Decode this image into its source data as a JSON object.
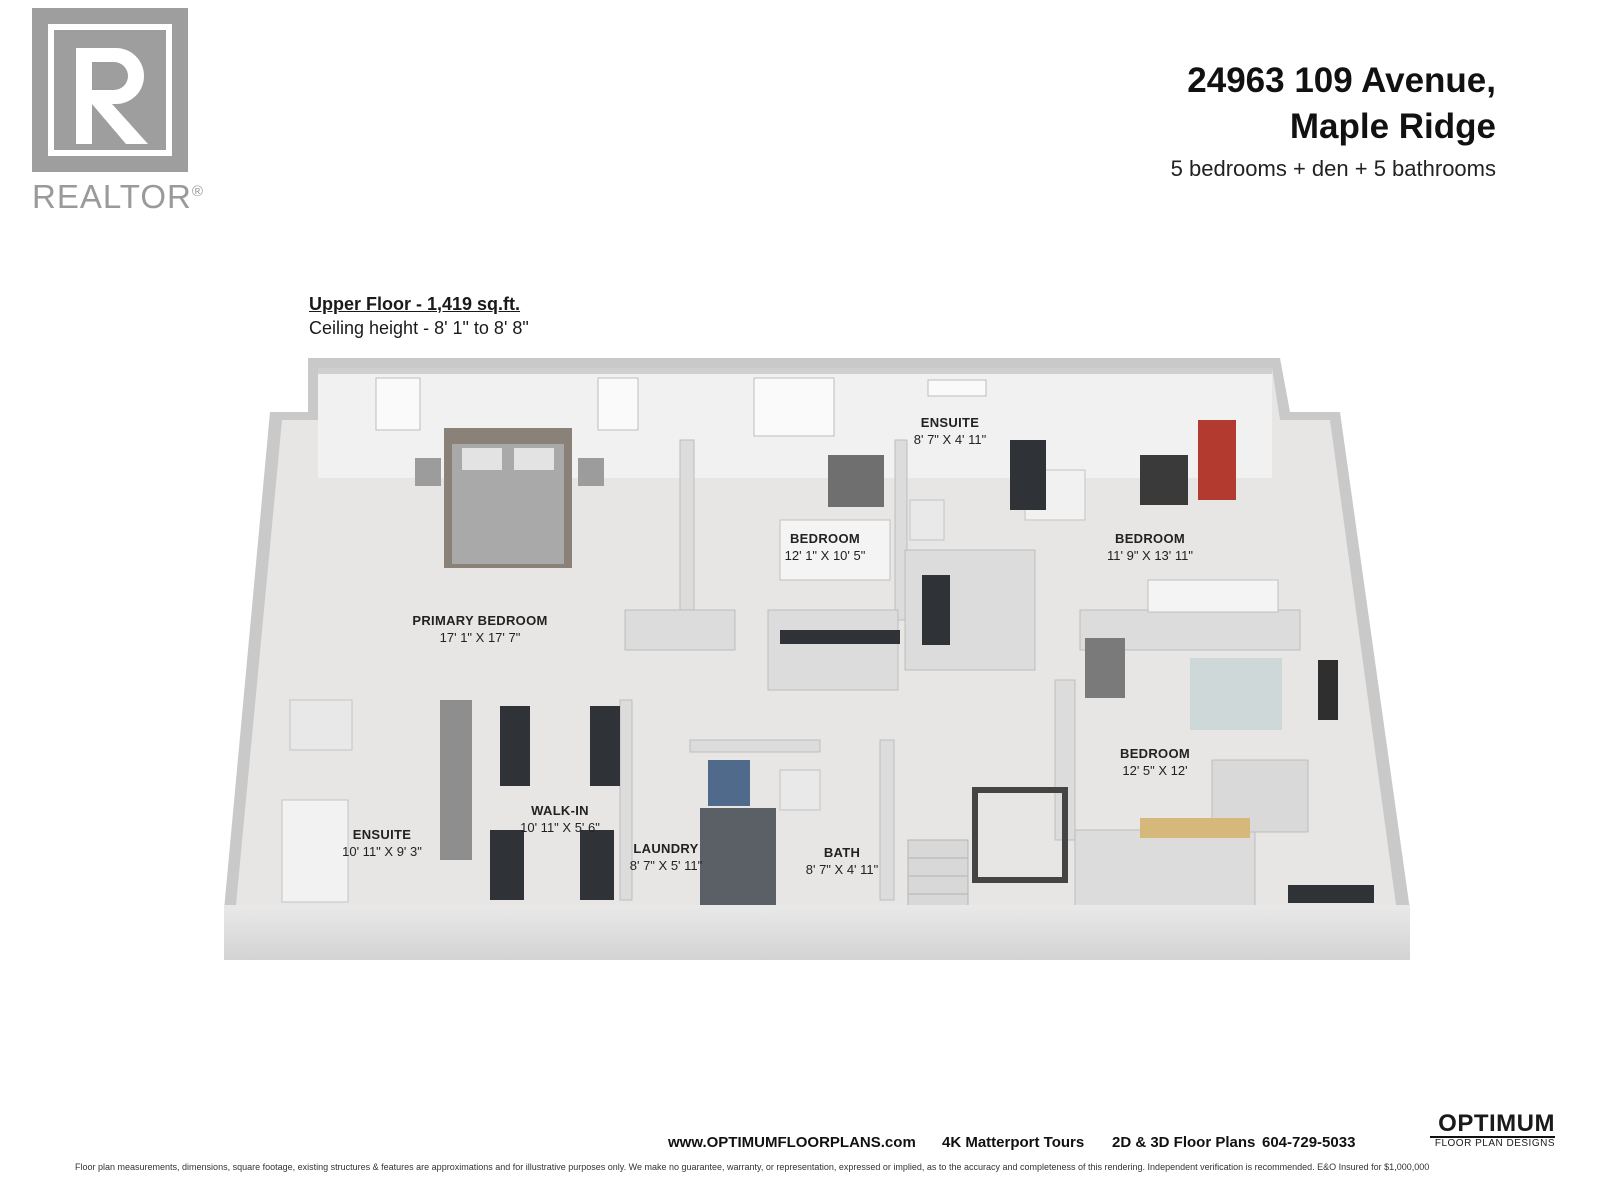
{
  "logo": {
    "brand": "REALTOR",
    "mark": "®",
    "colors": {
      "mark": "#9e9e9e"
    }
  },
  "header": {
    "address_line1": "24963 109 Avenue,",
    "address_line2": "Maple Ridge",
    "summary": "5 bedrooms + den + 5 bathrooms"
  },
  "floor": {
    "title": "Upper Floor - 1,419 sq.ft.",
    "ceiling": "Ceiling height - 8' 1\" to 8' 8\""
  },
  "rooms": [
    {
      "name": "PRIMARY BEDROOM",
      "size": "17' 1\" X 17' 7\""
    },
    {
      "name": "BEDROOM",
      "size": "12' 1\" X 10' 5\""
    },
    {
      "name": "ENSUITE",
      "size": "8' 7\" X 4' 11\""
    },
    {
      "name": "BEDROOM",
      "size": "11' 9\" X 13' 11\""
    },
    {
      "name": "BEDROOM",
      "size": "12' 5\" X 12'"
    },
    {
      "name": "ENSUITE",
      "size": "10' 11\" X 9' 3\""
    },
    {
      "name": "WALK-IN",
      "size": "10' 11\" X 5' 6\""
    },
    {
      "name": "LAUNDRY",
      "size": "8' 7\" X 5' 11\""
    },
    {
      "name": "BATH",
      "size": "8' 7\" X 4' 11\""
    }
  ],
  "footer": {
    "website": "www.OPTIMUMFLOORPLANS.com",
    "service1": "4K Matterport Tours",
    "service2": "2D & 3D Floor Plans",
    "phone": "604-729-5033",
    "company_big": "OPTIMUM",
    "company_small": "FLOOR PLAN DESIGNS",
    "disclaimer": "Floor plan measurements, dimensions, square footage, existing structures & features are approximations and for illustrative purposes only. We make no guarantee, warranty, or representation, expressed or implied, as to the accuracy and completeness of this rendering. Independent verification is recommended. E&O Insured for $1,000,000"
  }
}
